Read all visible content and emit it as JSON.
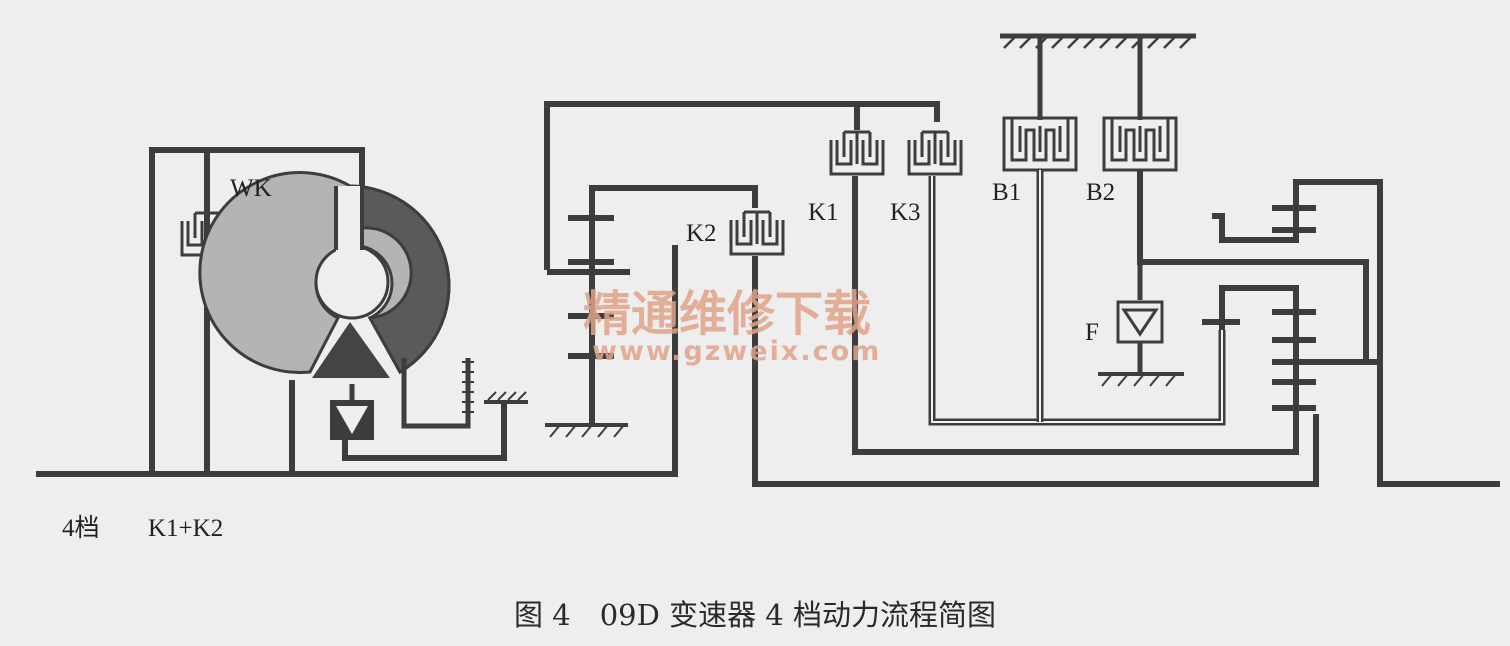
{
  "labels": {
    "wk": "WK",
    "k1": "K1",
    "k2": "K2",
    "k3": "K3",
    "b1": "B1",
    "b2": "B2",
    "f": "F"
  },
  "gear_state": {
    "gear": "4档",
    "active_clutches": "K1+K2"
  },
  "watermark": {
    "brand": "精通维修下载",
    "url": "www.gzweix.com"
  },
  "caption": "图 4　09D 变速器 4 档动力流程简图",
  "colors": {
    "line": "#3d3d3d",
    "converter_dark": "#5a5a5a",
    "converter_light": "#b4b4b4",
    "watermark": "#e0a48a"
  }
}
